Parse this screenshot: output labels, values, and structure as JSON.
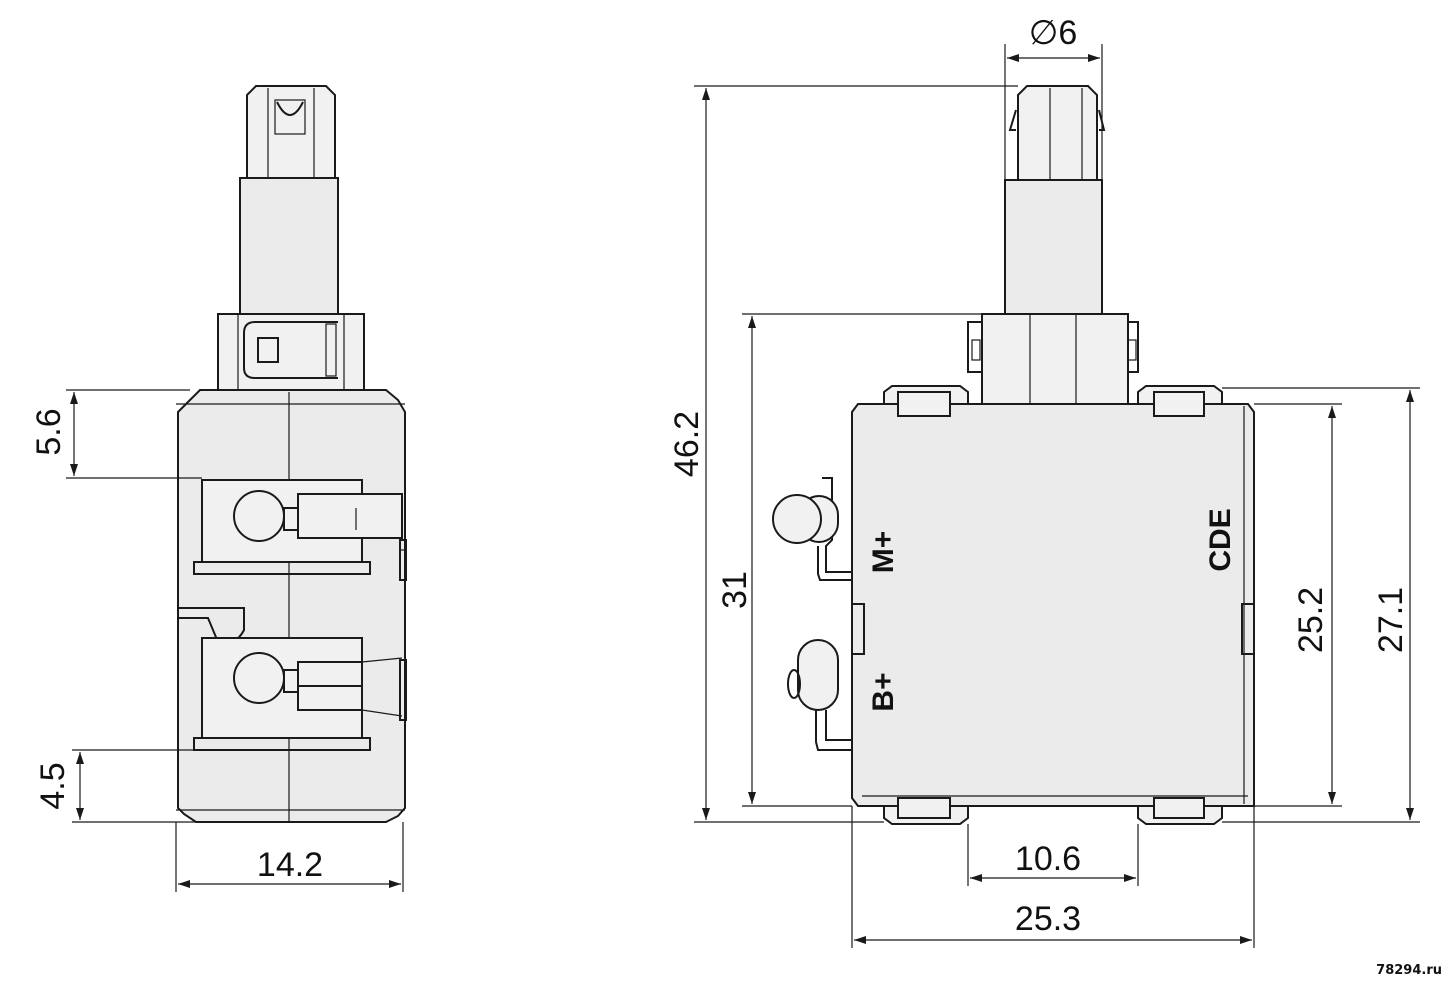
{
  "left_view": {
    "dim_top_offset": "5.6",
    "dim_bottom_offset": "4.5",
    "dim_width": "14.2"
  },
  "right_view": {
    "dim_shaft_diameter": "∅6",
    "dim_total_height": "46.2",
    "dim_body_height_with_collar": "31",
    "dim_body_height": "25.2",
    "dim_body_height_with_tabs": "27.1",
    "dim_tab_spacing": "10.6",
    "dim_body_width": "25.3",
    "terminal_m_label": "M+",
    "terminal_b_label": "B+",
    "marking_label": "CDE"
  },
  "watermark": "78294.ru"
}
